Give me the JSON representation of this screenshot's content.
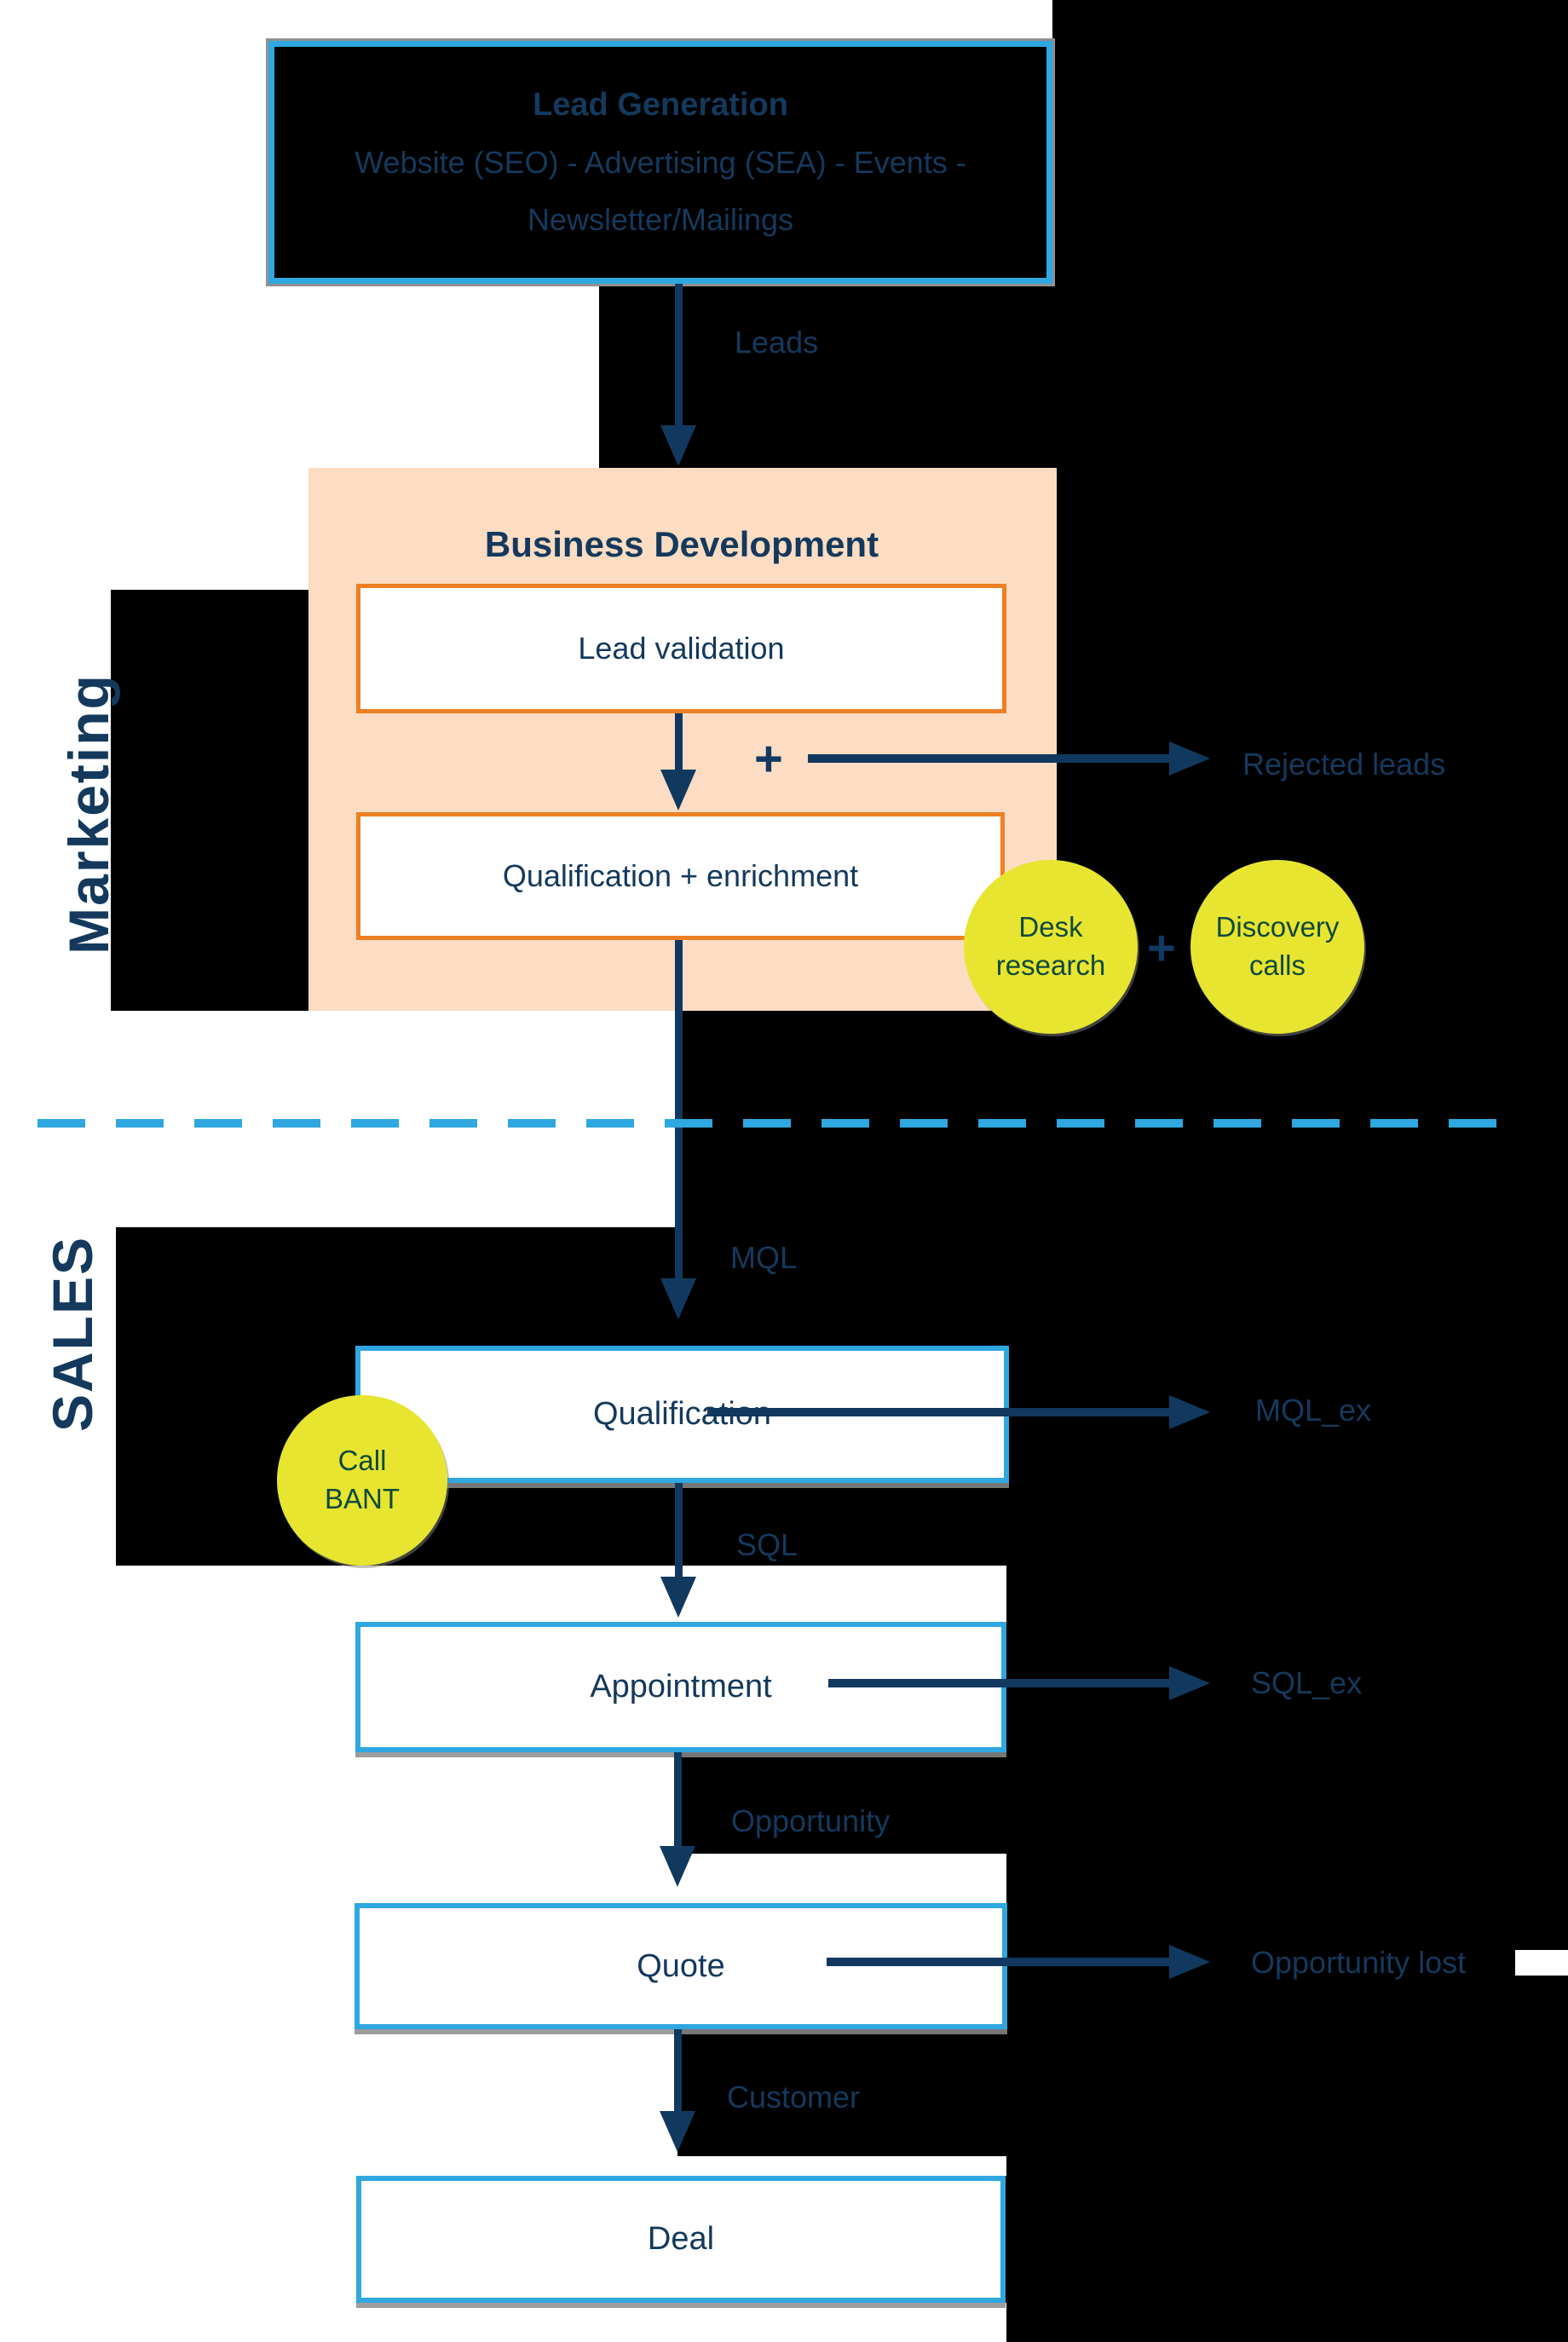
{
  "colors": {
    "navy": "#14395c",
    "light_blue": "#2fa7e0",
    "orange": "#ee8023",
    "peach": "#fcdcc2",
    "yellow": "#e7e52f",
    "circle_text_teal": "#10493d",
    "background": "#000000"
  },
  "sections": {
    "marketing_label": "Marketing",
    "sales_label": "SALES"
  },
  "lead_generation": {
    "title": "Lead Generation",
    "channels_line1": "Website (SEO) - Advertising (SEA) - Events -",
    "channels_line2": "Newsletter/Mailings"
  },
  "business_development": {
    "title": "Business Development",
    "step1": "Lead validation",
    "step2": "Qualification + enrichment"
  },
  "labels": {
    "leads": "Leads",
    "rejected_leads": "Rejected leads",
    "mql": "MQL",
    "mql_exit": "MQL_ex",
    "sql": "SQL",
    "sql_exit": "SQL_ex",
    "opportunity": "Opportunity",
    "opportunity_lost": "Opportunity lost",
    "customer": "Customer",
    "plus": "+"
  },
  "circles": {
    "desk_research": [
      "Desk",
      "research"
    ],
    "discovery_calls": [
      "Discovery",
      "calls"
    ],
    "call_bant": [
      "Call",
      "BANT"
    ]
  },
  "stages": {
    "qualification": "Qualification",
    "appointment": "Appointment",
    "quote": "Quote",
    "deal": "Deal"
  }
}
